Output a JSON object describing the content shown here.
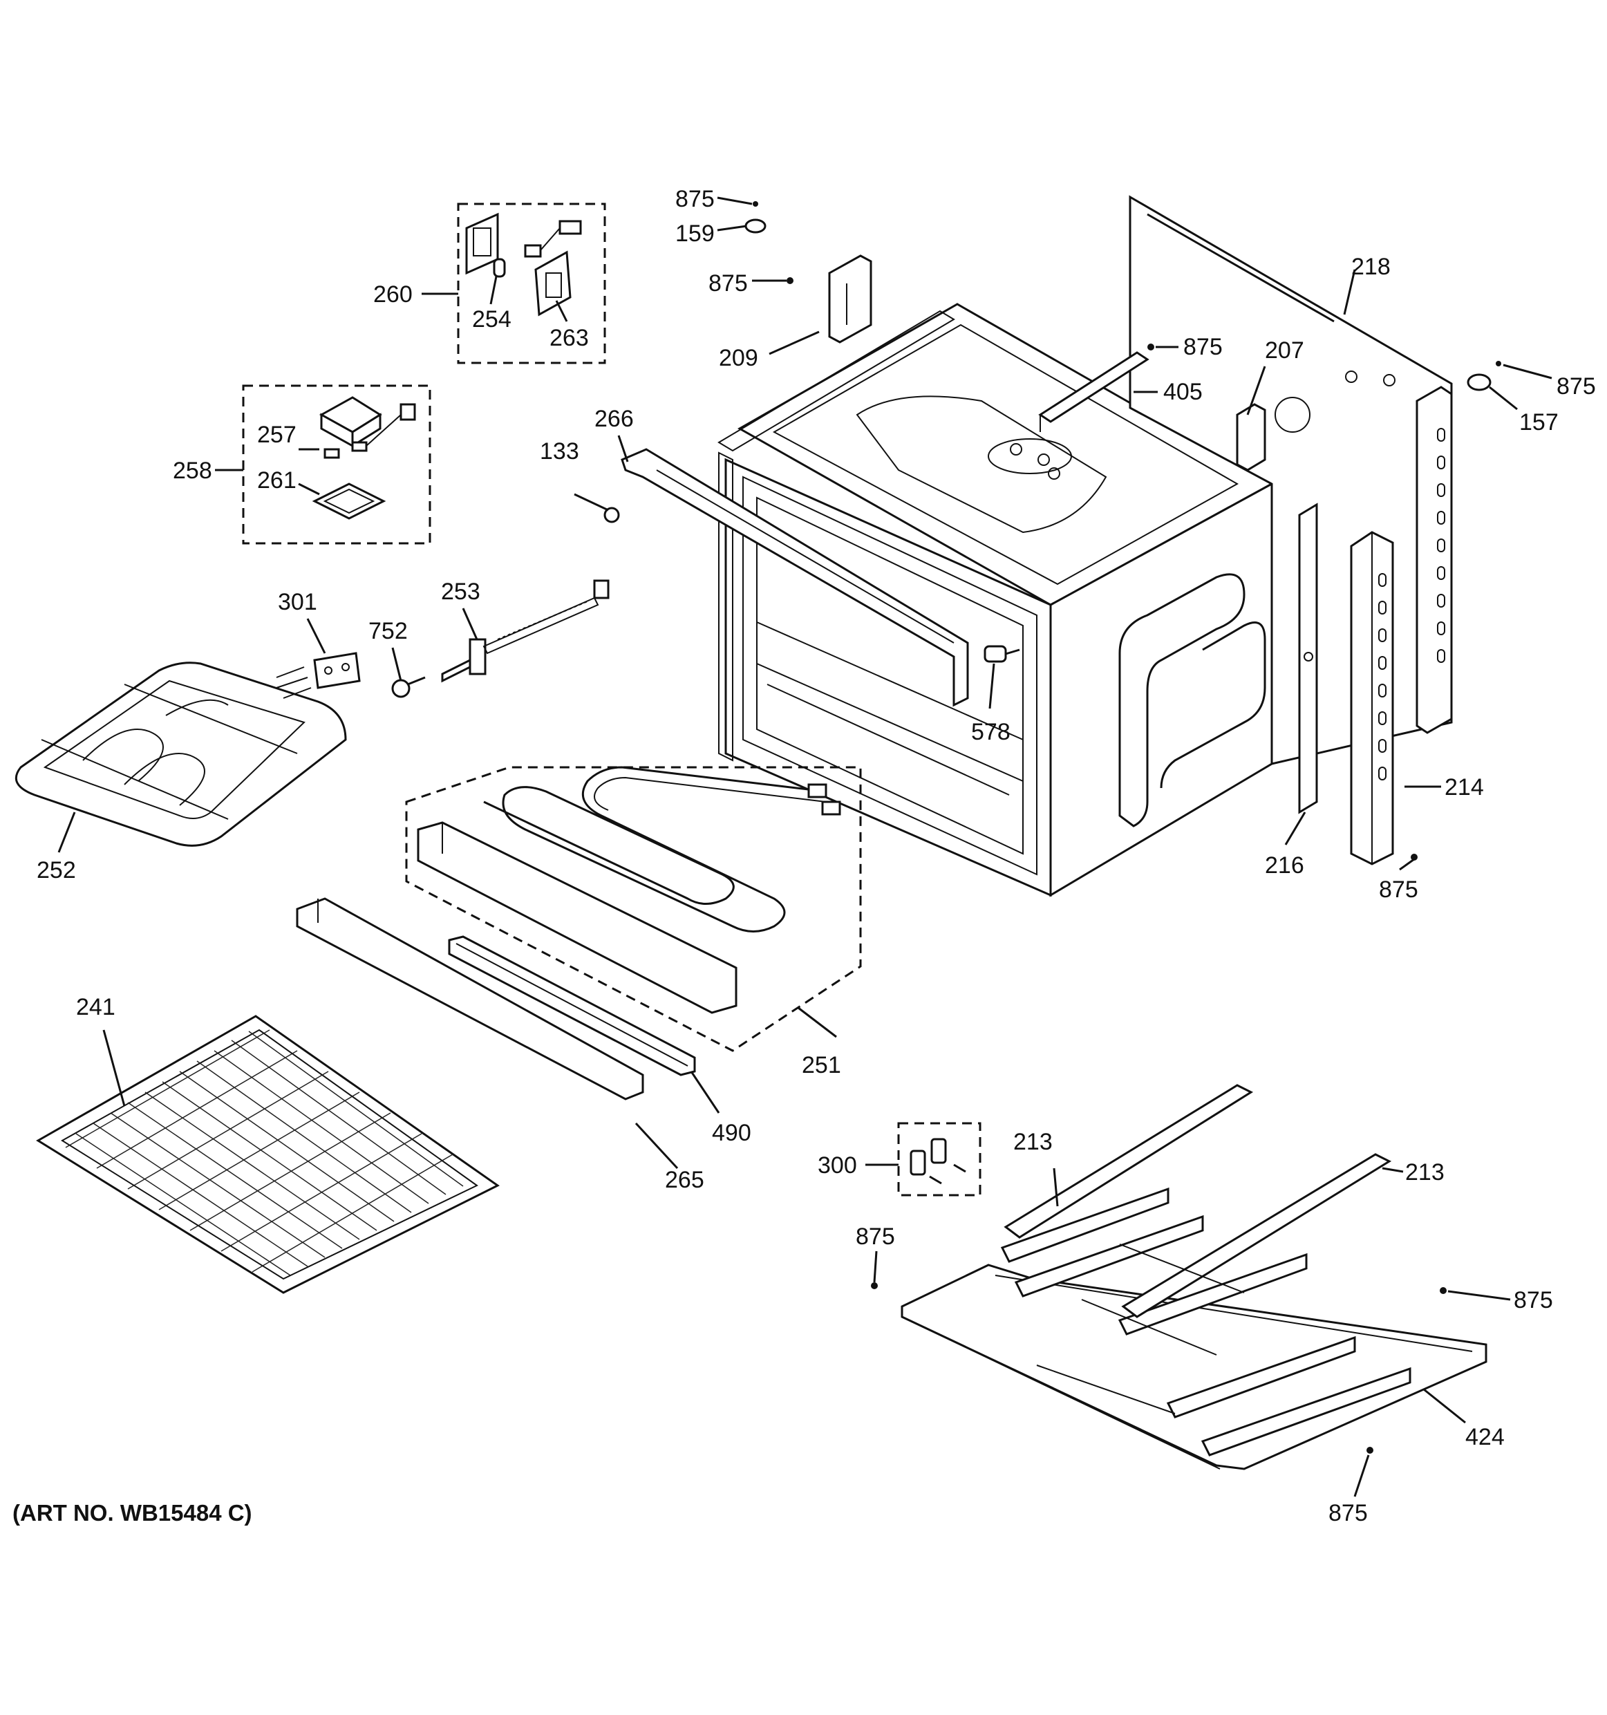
{
  "art_number": "(ART NO. WB15484 C)",
  "callouts": [
    {
      "id": "c875a",
      "text": "875"
    },
    {
      "id": "c159",
      "text": "159"
    },
    {
      "id": "c875b",
      "text": "875"
    },
    {
      "id": "c209",
      "text": "209"
    },
    {
      "id": "c260",
      "text": "260"
    },
    {
      "id": "c254",
      "text": "254"
    },
    {
      "id": "c263",
      "text": "263"
    },
    {
      "id": "c218",
      "text": "218"
    },
    {
      "id": "c875c",
      "text": "875"
    },
    {
      "id": "c207",
      "text": "207"
    },
    {
      "id": "c405",
      "text": "405"
    },
    {
      "id": "c875d",
      "text": "875"
    },
    {
      "id": "c157",
      "text": "157"
    },
    {
      "id": "c257",
      "text": "257"
    },
    {
      "id": "c258",
      "text": "258"
    },
    {
      "id": "c261",
      "text": "261"
    },
    {
      "id": "c266",
      "text": "266"
    },
    {
      "id": "c133",
      "text": "133"
    },
    {
      "id": "c301",
      "text": "301"
    },
    {
      "id": "c253",
      "text": "253"
    },
    {
      "id": "c752",
      "text": "752"
    },
    {
      "id": "c578",
      "text": "578"
    },
    {
      "id": "c252",
      "text": "252"
    },
    {
      "id": "c214",
      "text": "214"
    },
    {
      "id": "c216",
      "text": "216"
    },
    {
      "id": "c875e",
      "text": "875"
    },
    {
      "id": "c241",
      "text": "241"
    },
    {
      "id": "c251",
      "text": "251"
    },
    {
      "id": "c490",
      "text": "490"
    },
    {
      "id": "c265",
      "text": "265"
    },
    {
      "id": "c300",
      "text": "300"
    },
    {
      "id": "c213a",
      "text": "213"
    },
    {
      "id": "c213b",
      "text": "213"
    },
    {
      "id": "c875f",
      "text": "875"
    },
    {
      "id": "c875g",
      "text": "875"
    },
    {
      "id": "c424",
      "text": "424"
    },
    {
      "id": "c875h",
      "text": "875"
    }
  ]
}
